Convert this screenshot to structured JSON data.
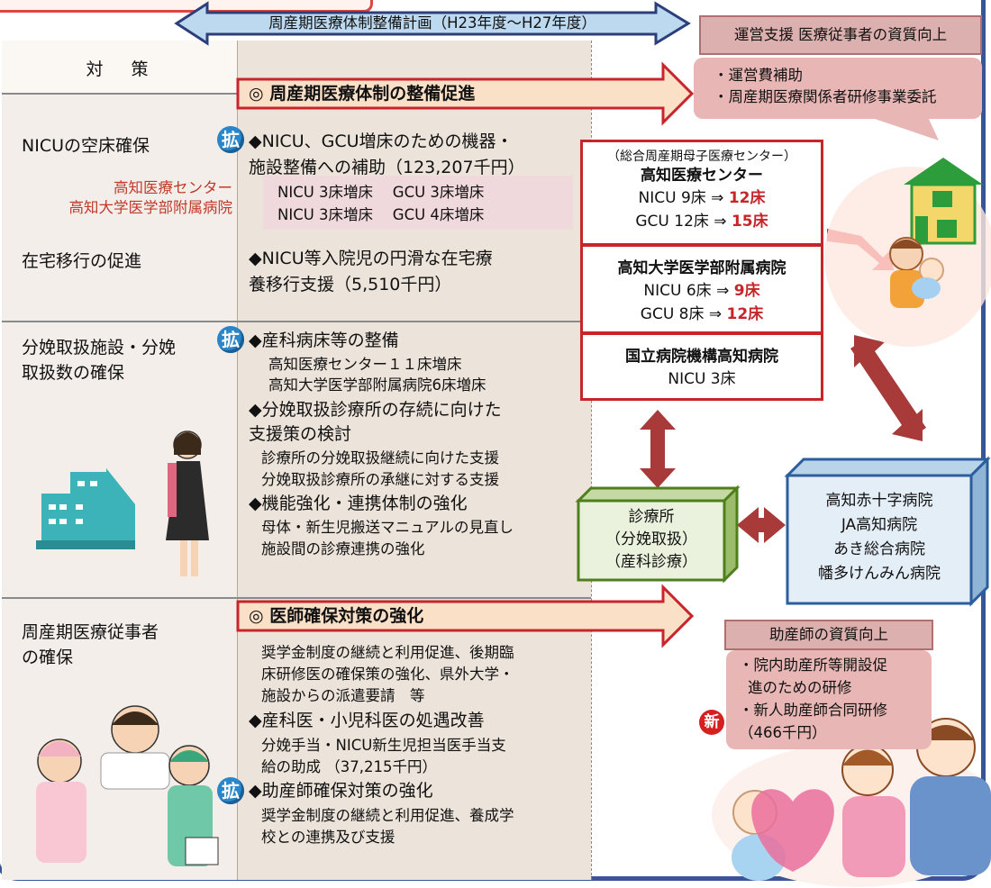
{
  "plan_arrow": {
    "label": "周産期医療体制整備計画（H23年度～H27年度）"
  },
  "header": {
    "measures": "対　策"
  },
  "promotion1": {
    "label": "◎ 周産期医療体制の整備促進"
  },
  "promotion2": {
    "label": "◎ 医師確保対策の強化"
  },
  "support": {
    "title": "運営支援  医療従事者の資質向上",
    "items": [
      "・運営費補助",
      "・周産期医療関係者研修事業委託"
    ]
  },
  "section1": {
    "measure": "NICUの空床確保",
    "hospitals": [
      "高知医療センター",
      "高知大学医学部附属病院"
    ],
    "item1": [
      "◆NICU、GCU増床のための機器・",
      "施設整備への補助（123,207千円）"
    ],
    "beds": [
      "NICU 3床増床　  GCU 3床増床",
      "NICU 3床増床　  GCU 4床増床"
    ],
    "measure2": "在宅移行の促進",
    "item2": [
      "◆NICU等入院児の円滑な在宅療",
      "養移行支援（5,510千円）"
    ]
  },
  "section2": {
    "measure": [
      "分娩取扱施設・分娩",
      "取扱数の確保"
    ],
    "item1": "◆産科病床等の整備",
    "item1_sub": [
      "高知医療センター１１床増床",
      "高知大学医学部附属病院6床増床"
    ],
    "item2": [
      "◆分娩取扱診療所の存続に向けた",
      "支援策の検討"
    ],
    "item2_sub": [
      "診療所の分娩取扱継続に向けた支援",
      "分娩取扱診療所の承継に対する支援"
    ],
    "item3": "◆機能強化・連携体制の強化",
    "item3_sub": [
      "母体・新生児搬送マニュアルの見直し",
      "施設間の診療連携の強化"
    ]
  },
  "section3": {
    "measure": [
      "周産期医療従事者",
      "の確保"
    ],
    "item0_sub": [
      "奨学金制度の継続と利用促進、後期臨",
      "床研修医の確保策の強化、県外大学・",
      "施設からの派遣要請　等"
    ],
    "item1": "◆産科医・小児科医の処遇改善",
    "item1_sub": [
      "分娩手当・NICU新生児担当医手当支",
      "給の助成 （37,215千円）"
    ],
    "item2": "◆助産師確保対策の強化",
    "item2_sub": [
      "奨学金制度の継続と利用促進、養成学",
      "校との連携及び支援"
    ]
  },
  "badges": {
    "expand": "拡",
    "new": "新"
  },
  "center_main": {
    "caption": "（総合周産期母子医療センター）",
    "name": "高知医療センター",
    "nicu_from": "NICU  9床  ⇒",
    "nicu_to": "12床",
    "gcu_from": "GCU 12床  ⇒",
    "gcu_to": "15床"
  },
  "center_univ": {
    "name": "高知大学医学部附属病院",
    "nicu_from": "NICU  6床  ⇒",
    "nicu_to": "9床",
    "gcu_from": "GCU  8床  ⇒",
    "gcu_to": "12床"
  },
  "center_national": {
    "name": "国立病院機構高知病院",
    "nicu": "NICU  3床"
  },
  "clinic": {
    "lines": [
      "診療所",
      "（分娩取扱）",
      "（産科診療）"
    ]
  },
  "hospitals": {
    "lines": [
      "高知赤十字病院",
      "JA高知病院",
      "あき総合病院",
      "幡多けんみん病院"
    ]
  },
  "midwife": {
    "title": "助産師の資質向上",
    "items": [
      "・院内助産所等開設促",
      "進のための研修",
      "・新人助産師合同研修",
      "（466千円）"
    ]
  },
  "colors": {
    "frame": "#3a5597",
    "red": "#c8252b",
    "arrow_blue": "#bcd9ef",
    "dark_arrow": "#a83a3a"
  }
}
